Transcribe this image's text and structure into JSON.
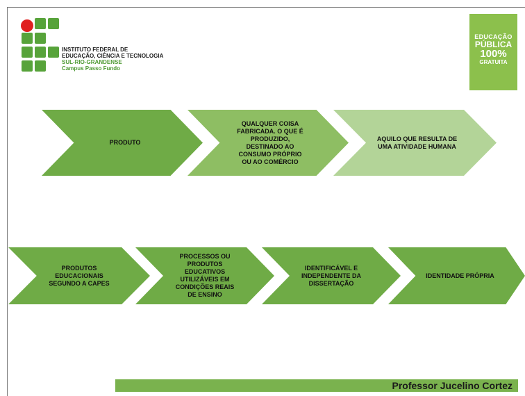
{
  "logo": {
    "line1": "INSTITUTO FEDERAL DE",
    "line2": "EDUCAÇÃO, CIÊNCIA E TECNOLOGIA",
    "line3": "SUL-RIO-GRANDENSE",
    "line4": "Campus Passo Fundo"
  },
  "badge": {
    "line1": "EDUCAÇÃO",
    "line2": "PÚBLICA",
    "line3": "100%",
    "line4": "GRATUITA"
  },
  "row1": [
    {
      "text": "PRODUTO"
    },
    {
      "text": "QUALQUER COISA FABRICADA. O QUE É PRODUZIDO, DESTINADO AO CONSUMO PRÓPRIO OU AO COMÉRCIO"
    },
    {
      "text": "AQUILO QUE RESULTA DE UMA ATIVIDADE HUMANA"
    }
  ],
  "row2": [
    {
      "text": "PRODUTOS EDUCACIONAIS SEGUNDO A CAPES"
    },
    {
      "text": "PROCESSOS OU PRODUTOS EDUCATIVOS UTILIZÁVEIS EM CONDIÇÕES REAIS DE ENSINO"
    },
    {
      "text": "IDENTIFICÁVEL E INDEPENDENTE DA DISSERTAÇÃO"
    },
    {
      "text": "IDENTIDADE PRÓPRIA"
    }
  ],
  "footer": {
    "author": "Professor Jucelino Cortez"
  },
  "colors": {
    "dark_green": "#6fab46",
    "mid_green": "#8ebe63",
    "light_green": "#b3d498",
    "badge_green": "#8cc04c",
    "logo_red": "#e02020"
  }
}
